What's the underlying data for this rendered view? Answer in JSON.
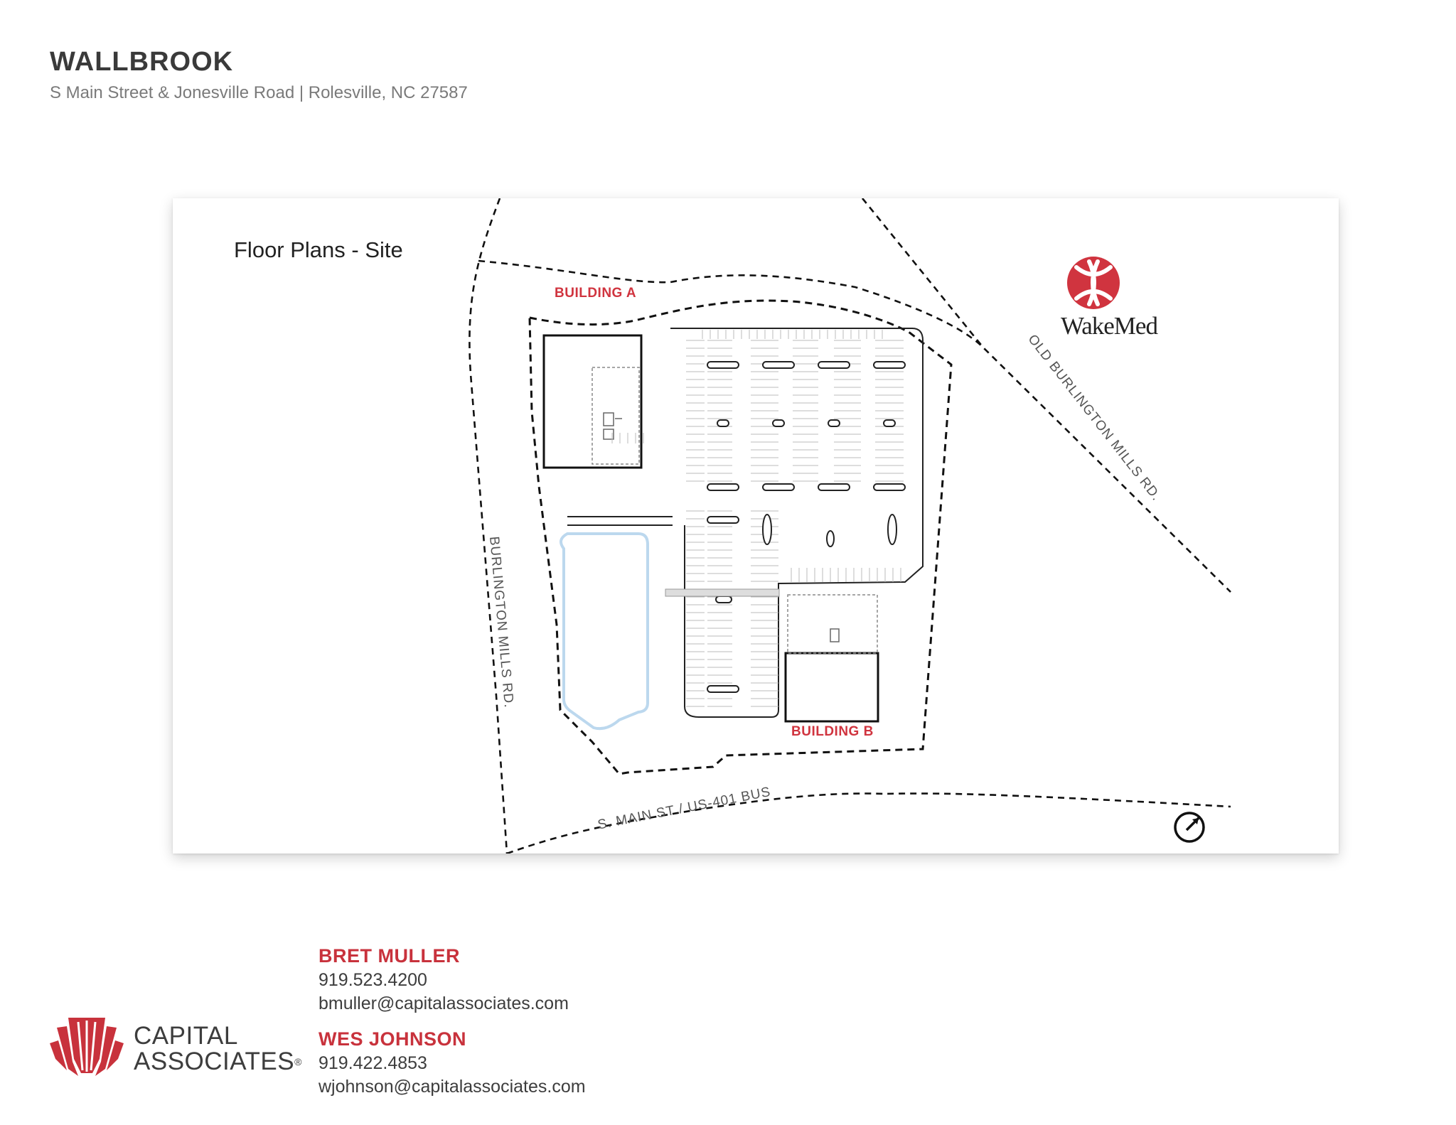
{
  "header": {
    "title": "WALLBROOK",
    "subtitle": "S Main Street & Jonesville Road | Rolesville, NC 27587"
  },
  "site_map": {
    "heading": "Floor Plans - Site",
    "building_a": "BUILDING A",
    "building_b": "BUILDING B",
    "roads": {
      "old_burlington": "OLD BURLINGTON MILLS RD.",
      "burlington": "BURLINGTON MILLS RD.",
      "main": "S. MAIN ST / US-401 BUS"
    },
    "wakemed": {
      "name": "WakeMed",
      "icon": "wakemed-logo-icon",
      "color": "#d0343f"
    },
    "north_arrow_icon": "north-arrow-icon",
    "pond_color": "#bcd8ee"
  },
  "contacts": [
    {
      "name": "BRET MULLER",
      "phone": "919.523.4200",
      "email": "bmuller@capitalassociates.com"
    },
    {
      "name": "WES JOHNSON",
      "phone": "919.422.4853",
      "email": "wjohnson@capitalassociates.com"
    }
  ],
  "company": {
    "line1": "CAPITAL",
    "line2": "ASSOCIATES",
    "mark": "®",
    "logo_icon": "capital-associates-logo-icon",
    "brand_color": "#c8323c"
  }
}
